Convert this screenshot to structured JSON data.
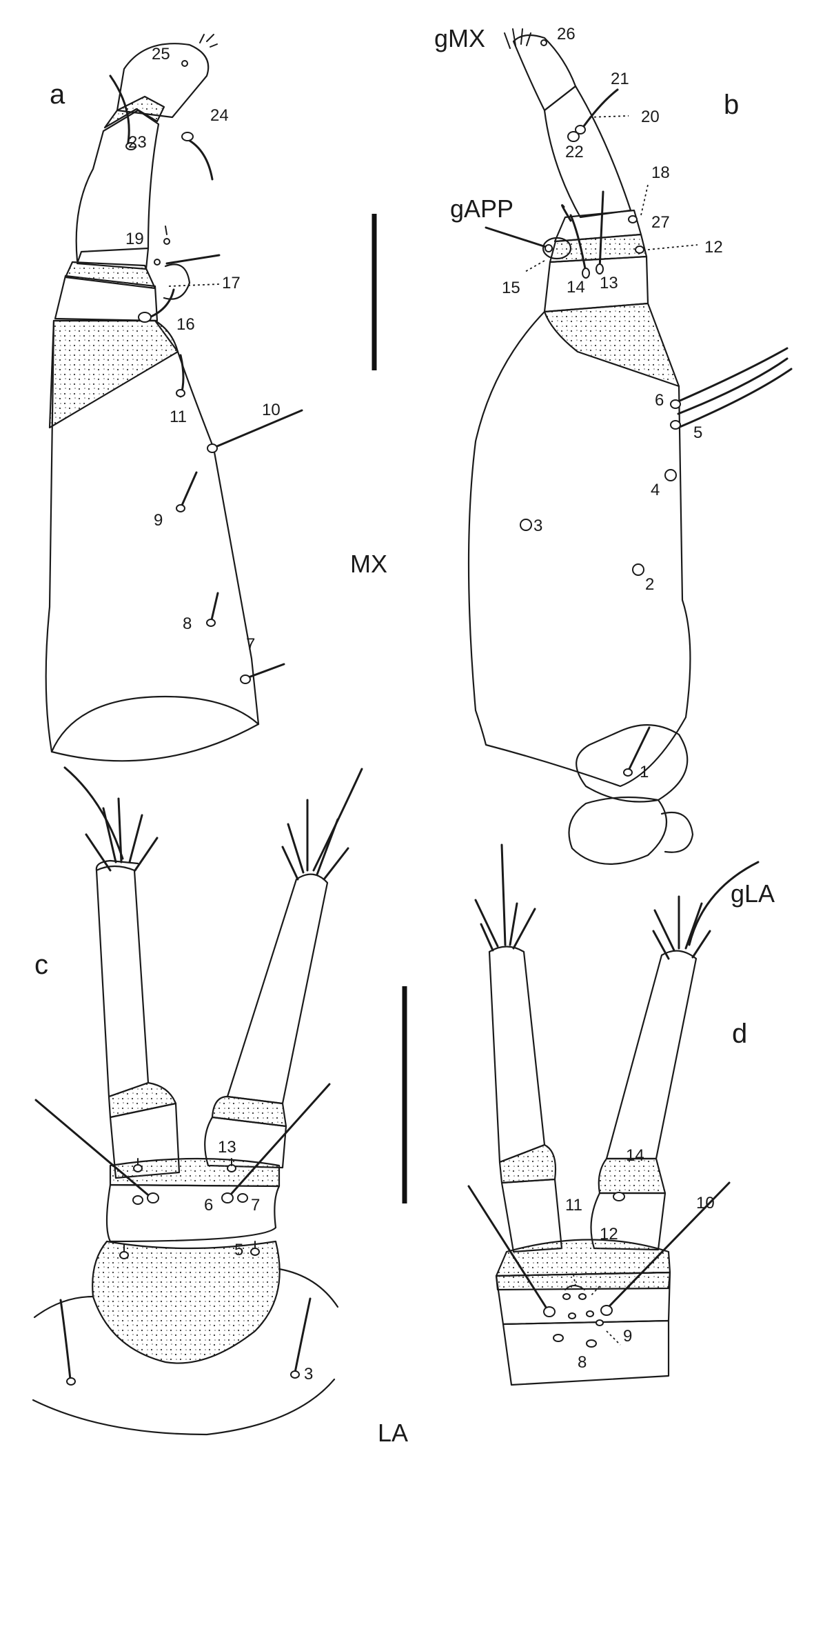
{
  "panels": {
    "a": "a",
    "b": "b",
    "c": "c",
    "d": "d"
  },
  "regions": {
    "maxilla": "MX",
    "labium": "LA"
  },
  "groups": {
    "mx_apical": "gMX",
    "appendage": "gAPP",
    "labial": "gLA"
  },
  "panel_a_labels": [
    "25",
    "24",
    "23",
    "19",
    "17",
    "16",
    "11",
    "10",
    "9",
    "8",
    "7"
  ],
  "panel_b_labels": [
    "26",
    "21",
    "20",
    "22",
    "18",
    "27",
    "12",
    "13",
    "14",
    "15",
    "6",
    "5",
    "4",
    "3",
    "2",
    "1"
  ],
  "panel_c_labels": [
    "13",
    "6",
    "7",
    "5",
    "3"
  ],
  "panel_d_labels": [
    "14",
    "10",
    "11",
    "12",
    "9",
    "8"
  ]
}
